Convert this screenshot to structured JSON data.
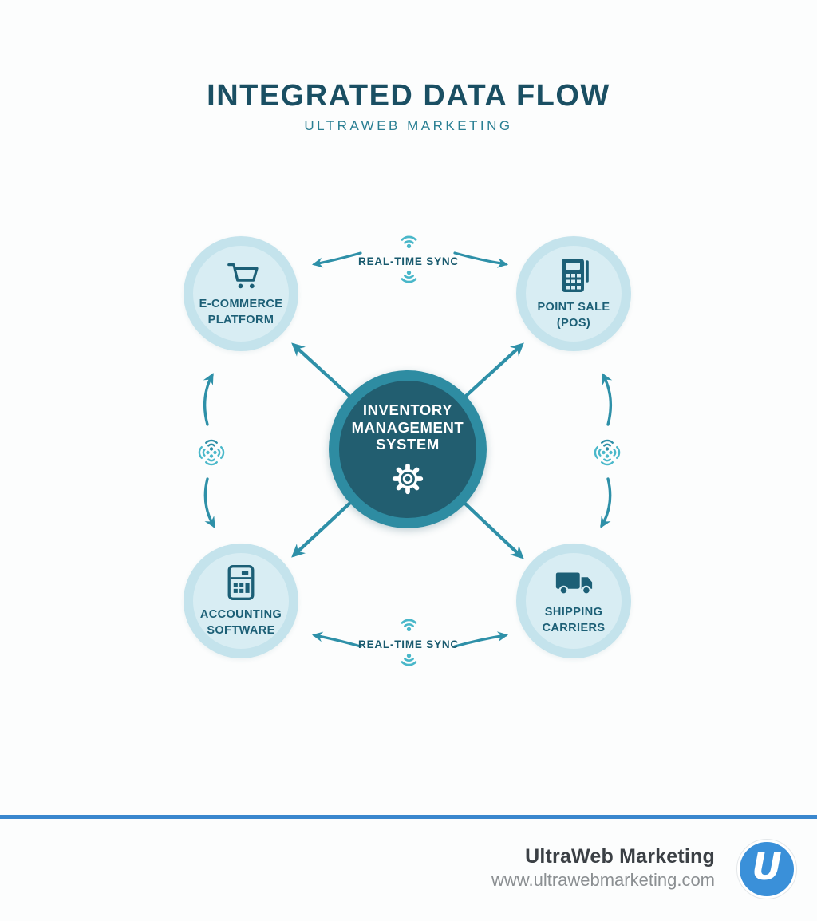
{
  "header": {
    "title": "INTEGRATED DATA FLOW",
    "subtitle": "ULTRAWEB MARKETING"
  },
  "hub": {
    "label": "INVENTORY\nMANAGEMENT\nSYSTEM",
    "icon": "gear-icon"
  },
  "nodes": [
    {
      "id": "ecommerce",
      "label": "E-COMMERCE\nPLATFORM",
      "icon": "shopping-cart-icon",
      "position": "top-left"
    },
    {
      "id": "pos",
      "label": "POINT SALE\n(POS)",
      "icon": "pos-terminal-icon",
      "position": "top-right"
    },
    {
      "id": "accounting",
      "label": "ACCOUNTING\nSOFTWARE",
      "icon": "calculator-icon",
      "position": "bottom-left"
    },
    {
      "id": "shipping",
      "label": "SHIPPING\nCARRIERS",
      "icon": "truck-icon",
      "position": "bottom-right"
    }
  ],
  "sync": {
    "top_label": "REAL-TIME SYNC",
    "bottom_label": "REAL-TIME SYNC",
    "icons": [
      "wifi-icon",
      "wifi-icon-flipped",
      "wifi-4way-icon"
    ]
  },
  "footer": {
    "company": "UltraWeb Marketing",
    "website": "www.ultrawebmarketing.com",
    "logo_letter": "U"
  },
  "colors": {
    "title": "#1a4f63",
    "subtitle": "#2a7f93",
    "hub_ring": "#2e8ca2",
    "hub_fill": "#225e70",
    "node_ring": "#c4e3ec",
    "node_fill": "#d8edf3",
    "node_text": "#1c5f76",
    "arrow": "#2e90a8",
    "wifi_light": "#49b7c9",
    "footer_line": "#3a87ce",
    "logo_blue": "#3a90d9"
  }
}
